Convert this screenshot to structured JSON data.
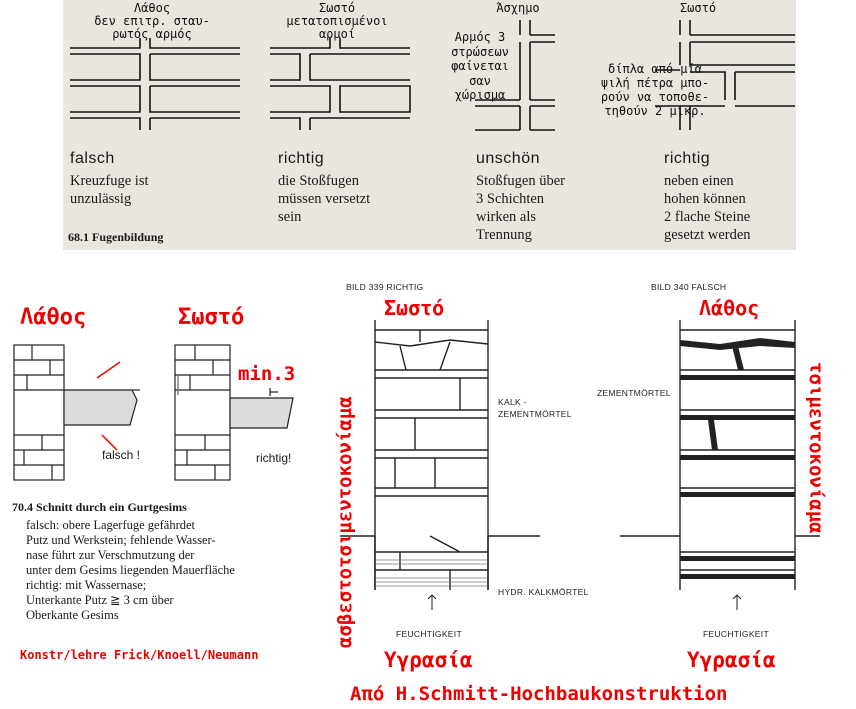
{
  "top_panel": {
    "greek_labels": [
      "Λάθος\nδεν επιτρ. σταυ-\nρωτός αρμός",
      "Σωστό\nμετατοπισμένοι\nαρμοί",
      "Άσχημο",
      "Σωστό"
    ],
    "greek_note_3": "Αρμός 3\nστρώσεων\nφαίνεται\nσαν\nχώρισμα",
    "greek_note_4": "δίπλα από μία\nψιλή πέτρα μπο-\nρούν να τοποθε-\nτηθούν 2 μικρ.",
    "columns": [
      {
        "head": "falsch",
        "body": "Kreuzfuge ist\nunzulässig"
      },
      {
        "head": "richtig",
        "body": "die Stoßfugen\nmüssen versetzt\nsein"
      },
      {
        "head": "unschön",
        "body": "Stoßfugen über\n3 Schichten\nwirken als\nTrennung"
      },
      {
        "head": "richtig",
        "body": "neben einen\nhohen können\n2 flache Steine\ngesetzt werden"
      }
    ],
    "caption": "68.1 Fugenbildung"
  },
  "left_panel": {
    "label_wrong": "Λάθος",
    "label_right": "Σωστό",
    "min_label": "min.3",
    "falsch_label": "falsch !",
    "richtig_label": "richtig!",
    "caption_title": "70.4 Schnitt durch ein Gurtgesims",
    "caption_body": "falsch: obere Lagerfuge gefährdet\n    Putz und Werkstein; fehlende Wasser-\n    nase führt  zur Verschmutzung der\n    unter dem Gesims liegenden Mauerfläche\nrichtig: mit Wassernase;\n    Unterkante Putz ≧ 3 cm über\n    Oberkante Gesims",
    "source": "Konstr/lehre Frick/Knoell/Neumann"
  },
  "right_panel": {
    "bild_left": "BILD 339  RICHTIG",
    "bild_right": "BILD 340  FALSCH",
    "label_correct": "Σωστό",
    "label_wrong": "Λάθος",
    "kalk": "KALK -\nZEMENTMÖRTEL",
    "zement": "ZEMENTMÖRTEL",
    "hydr": "HYDR. KALKMÖRTEL",
    "feucht_left": "FEUCHTIGKEIT",
    "feucht_right": "FEUCHTIGKEIT",
    "humidity_left": "Υγρασία",
    "humidity_right": "Υγρασία",
    "vertical_left": "ασβεστοτσιμεντοκονίαμα",
    "vertical_right": "τσιμεντοκονίαμα",
    "source": "Από H.Schmitt-Hochbaukonstruktion"
  },
  "colors": {
    "annotation_red": "#ee0000",
    "scan_bg": "#e9e6df"
  }
}
